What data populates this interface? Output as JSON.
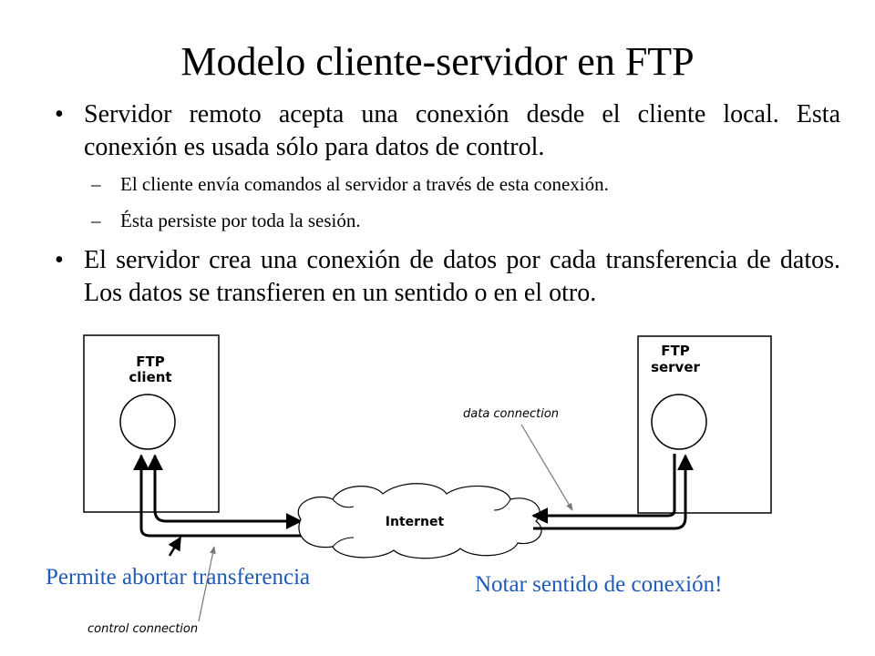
{
  "title": "Modelo cliente-servidor en FTP",
  "bullets": [
    {
      "marker": "•",
      "text": "Servidor remoto acepta una conexión desde el cliente local. Esta conexión es usada sólo para datos de control.",
      "subitems": [
        {
          "marker": "–",
          "text": "El cliente envía comandos al servidor a través de esta conexión."
        },
        {
          "marker": "–",
          "text": "Ésta persiste por toda la sesión."
        }
      ]
    },
    {
      "marker": "•",
      "text": "El servidor crea una conexión de datos por cada transferencia de datos. Los datos se transfieren en un sentido o en el otro."
    }
  ],
  "diagram": {
    "client_line1": "FTP",
    "client_line2": "client",
    "server_line1": "FTP",
    "server_line2": "server",
    "internet": "Internet",
    "data_connection": "data connection",
    "control_connection": "control connection"
  },
  "annotations": {
    "left": "Permite abortar transferencia",
    "right": "Notar sentido de conexión!"
  },
  "colors": {
    "annotation": "#1f5ab8"
  }
}
